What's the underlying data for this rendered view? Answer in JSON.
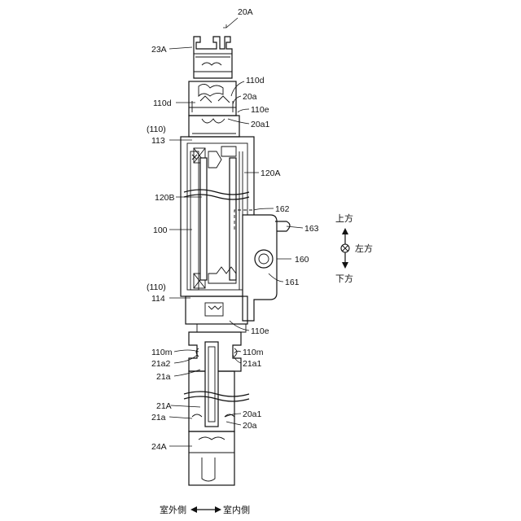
{
  "figure": {
    "assembly_label": "20A",
    "labels": {
      "l23A": "23A",
      "l110d_right": "110d",
      "l110d_left": "110d",
      "l20a_top": "20a",
      "l110e_top": "110e",
      "l20a1_top": "20a1",
      "l110_top": "(110)",
      "l113": "113",
      "l120A": "120A",
      "l120B": "120B",
      "l162": "162",
      "l163": "163",
      "l100": "100",
      "l160": "160",
      "l161": "161",
      "l110_bottom": "(110)",
      "l114": "114",
      "l110e_bottom": "110e",
      "l110m_left": "110m",
      "l110m_right": "110m",
      "l21a2": "21a2",
      "l21a1": "21a1",
      "l21a_upper": "21a",
      "l21A": "21A",
      "l20a1_bottom": "20a1",
      "l21a_lower": "21a",
      "l20a_bottom": "20a",
      "l24A": "24A"
    },
    "direction": {
      "up": "上方",
      "left": "左方",
      "down": "下方",
      "outdoor": "室外側",
      "indoor": "室内側"
    }
  }
}
